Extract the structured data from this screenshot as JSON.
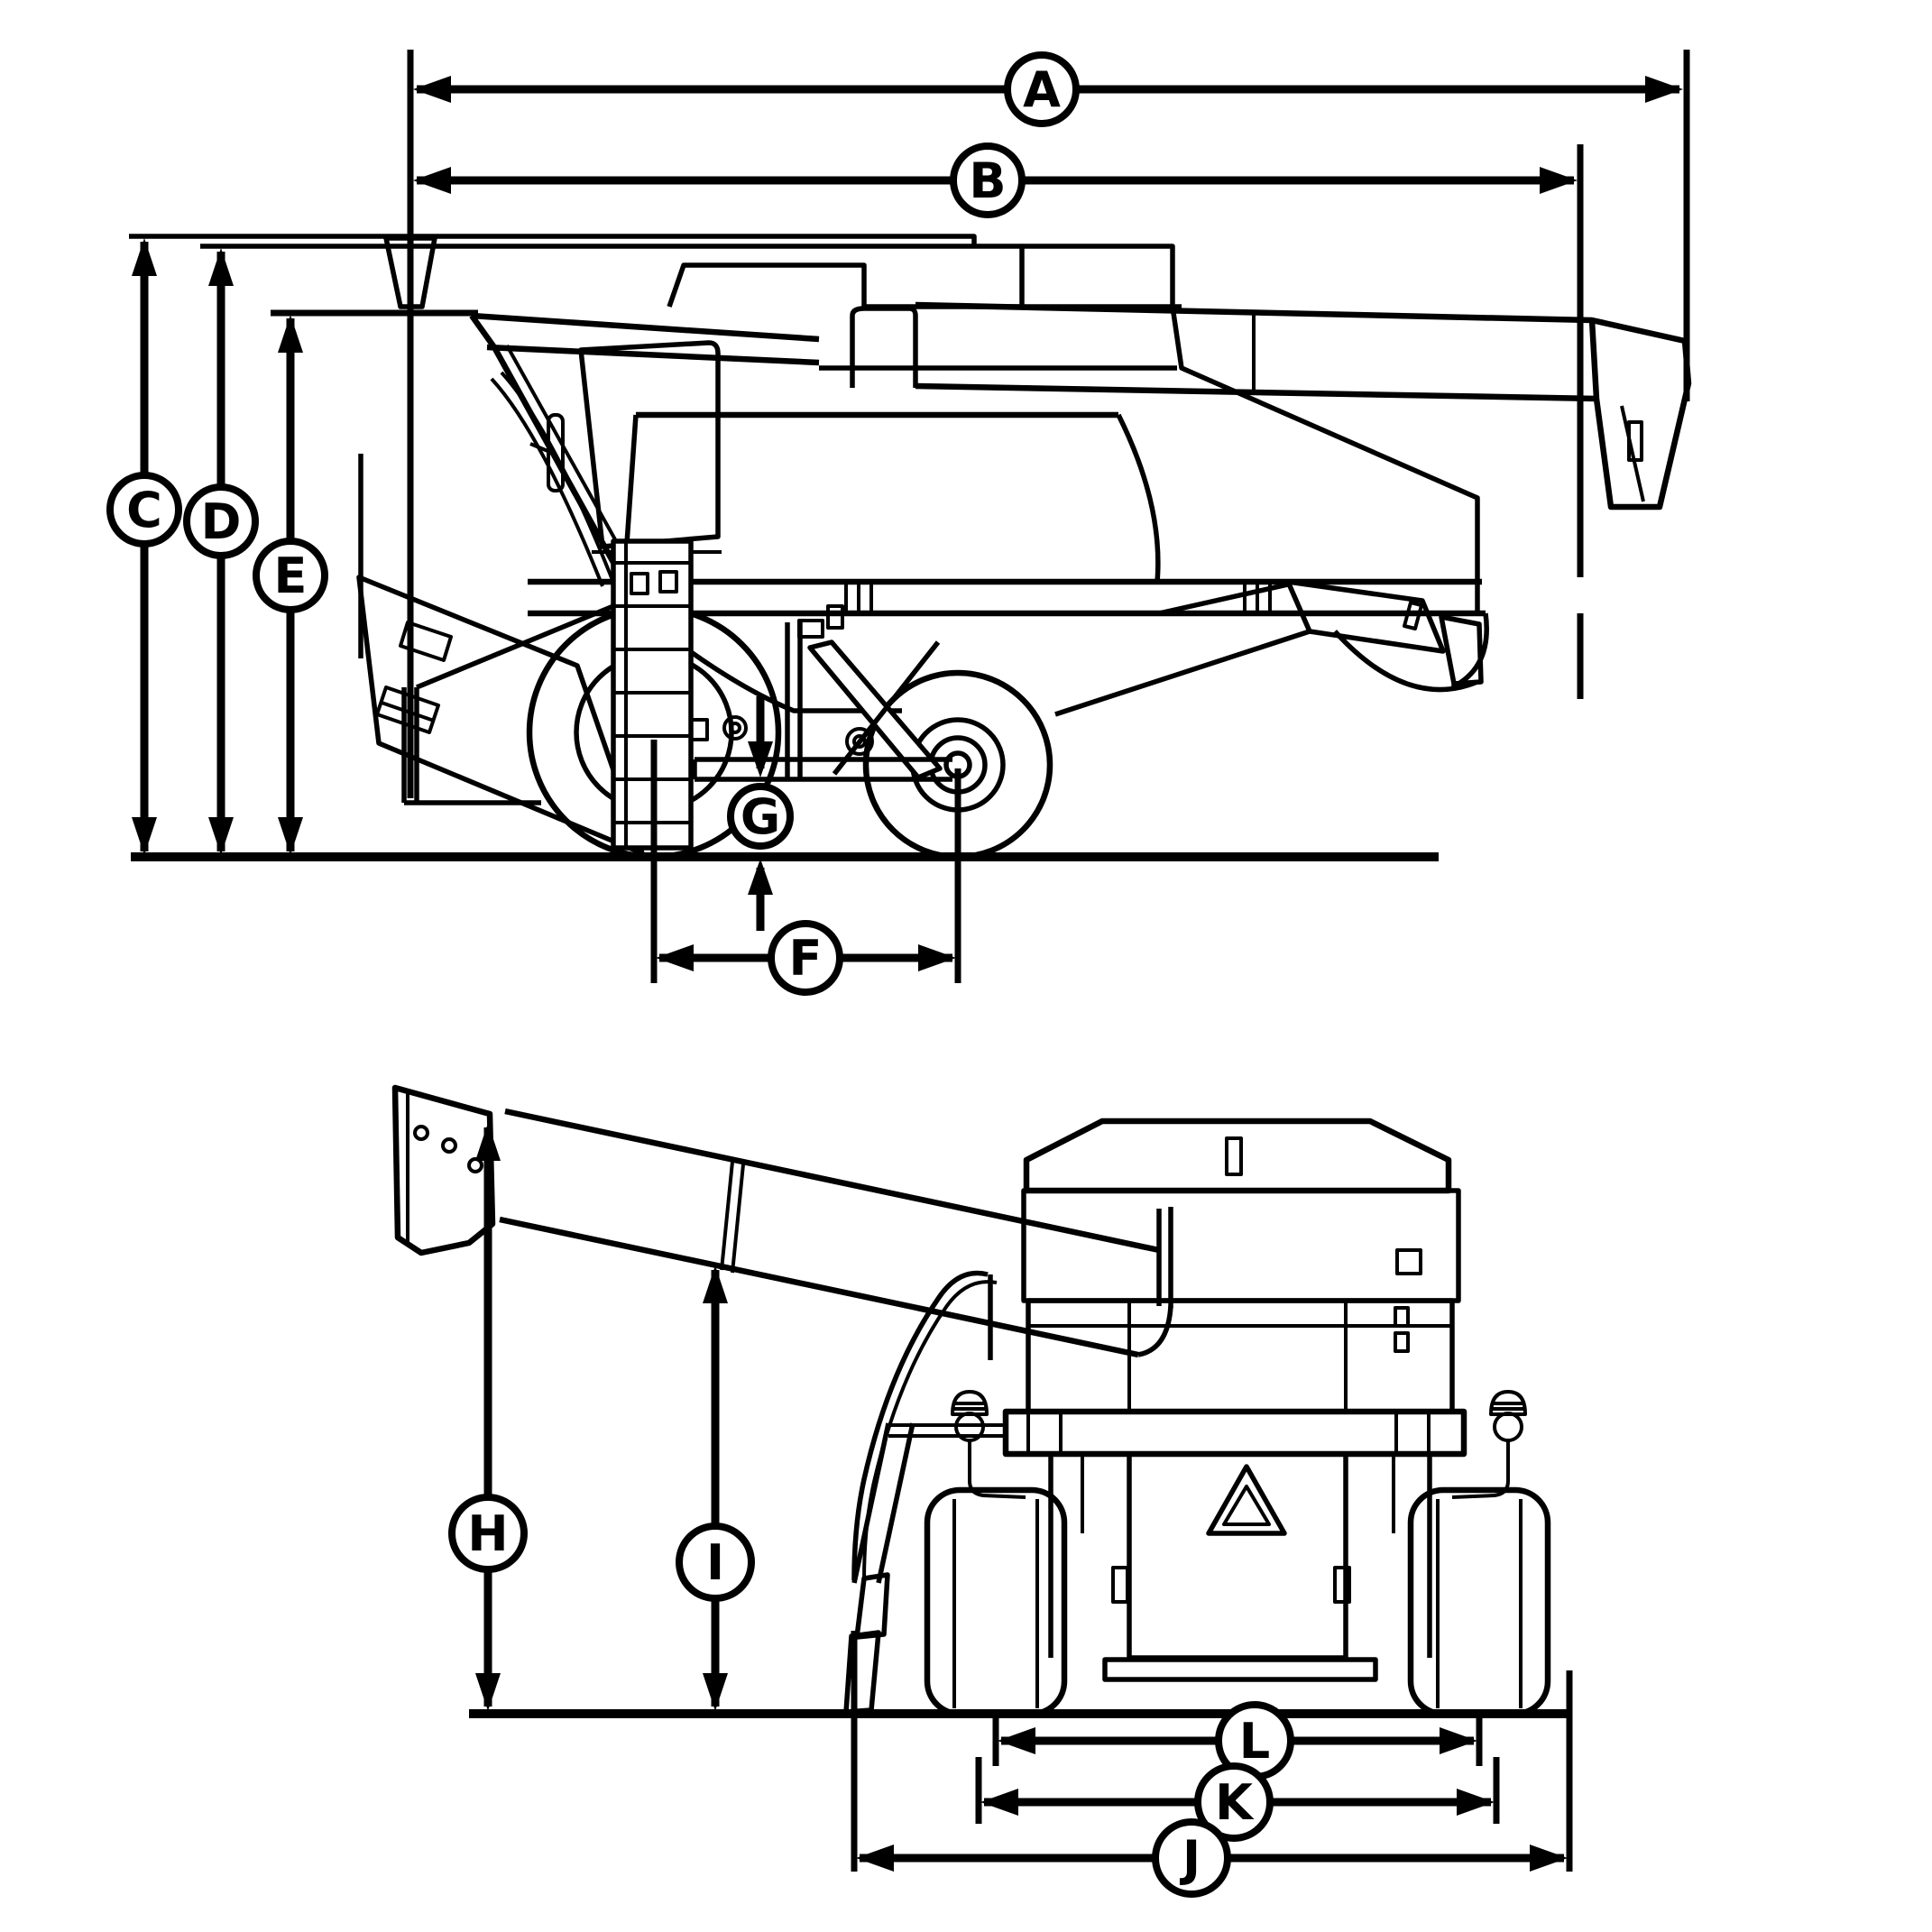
{
  "page": {
    "background": "#ffffff",
    "ink": "#000000"
  },
  "diagram": {
    "type": "technical-dimension-diagram",
    "subject": "combine-harvester-line-drawing",
    "views": [
      {
        "id": "side-view",
        "position": "top",
        "dimension_labels": [
          "A",
          "B",
          "C",
          "D",
          "E",
          "F",
          "G"
        ]
      },
      {
        "id": "rear-view",
        "position": "bottom",
        "dimension_labels": [
          "H",
          "I",
          "J",
          "K",
          "L"
        ]
      }
    ],
    "labels": {
      "a": "A",
      "b": "B",
      "c": "C",
      "d": "D",
      "e": "E",
      "f": "F",
      "g": "G",
      "h": "H",
      "i": "I",
      "j": "J",
      "k": "K",
      "l": "L"
    }
  }
}
